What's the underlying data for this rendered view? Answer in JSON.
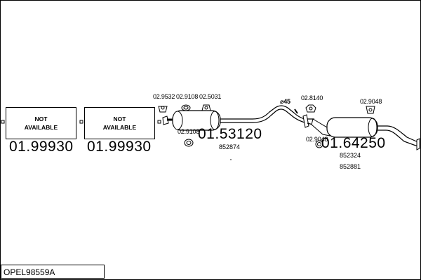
{
  "boxes": [
    {
      "text_line1": "NOT",
      "text_line2": "AVAILABLE",
      "number": "01.99930"
    },
    {
      "text_line1": "NOT",
      "text_line2": "AVAILABLE",
      "number": "01.99930"
    }
  ],
  "parts": {
    "muffler_center": {
      "number": "01.53120",
      "ref": "852874"
    },
    "muffler_rear": {
      "number": "01.64250",
      "ref1": "852324",
      "ref2": "852881"
    },
    "clamps": {
      "c1": "02.9532",
      "c2": "02.9108",
      "c3": "02.5031",
      "c4": "02.9108",
      "c5": "02.8140",
      "c6": "02.9048",
      "c7": "02.9048"
    },
    "diameter_label": "⌀45"
  },
  "model_code": "OPEL98559A"
}
